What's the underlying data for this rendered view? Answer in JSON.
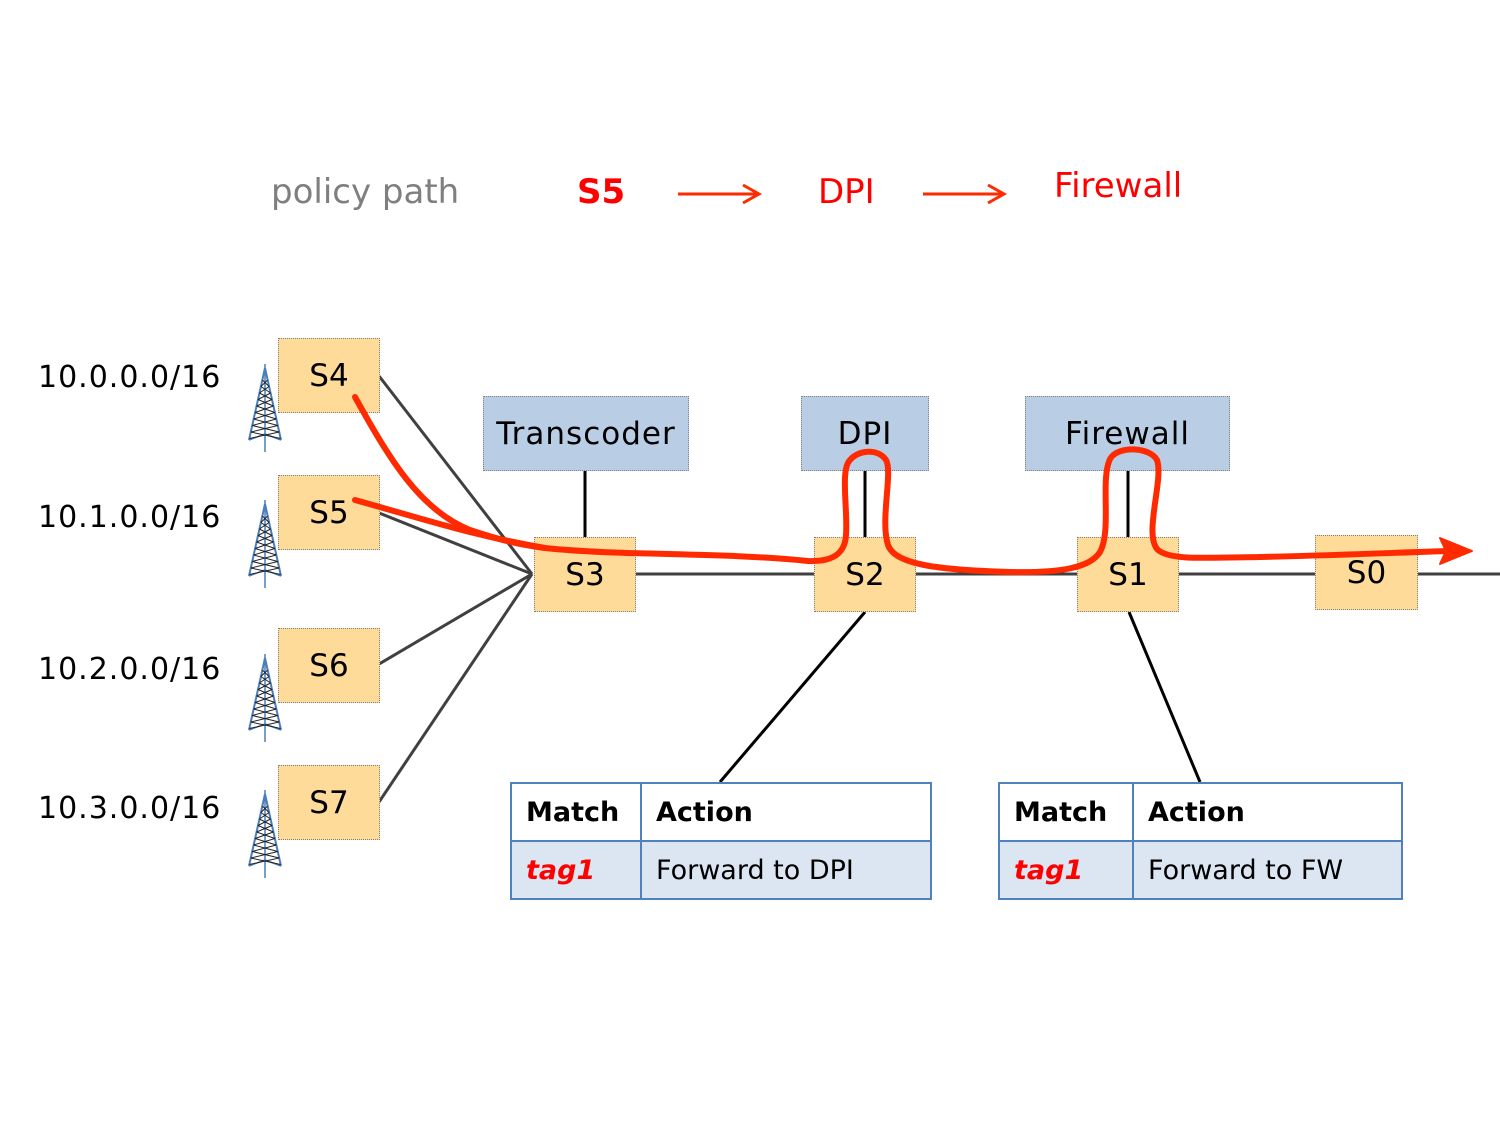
{
  "legend": {
    "label": "policy path",
    "nodes": [
      "S5",
      "DPI",
      "Firewall"
    ],
    "arrow_color": "#ff2a00"
  },
  "subnets": [
    "10.0.0.0/16",
    "10.1.0.0/16",
    "10.2.0.0/16",
    "10.3.0.0/16"
  ],
  "access_switches": [
    "S4",
    "S5",
    "S6",
    "S7"
  ],
  "core_switches": [
    "S3",
    "S2",
    "S1",
    "S0"
  ],
  "middleboxes": [
    "Transcoder",
    "DPI",
    "Firewall"
  ],
  "icons": {
    "tower": "cell-tower-icon"
  },
  "tables": [
    {
      "attached_to": "S2",
      "headers": [
        "Match",
        "Action"
      ],
      "rows": [
        {
          "match": "tag1",
          "action": "Forward to DPI"
        }
      ]
    },
    {
      "attached_to": "S1",
      "headers": [
        "Match",
        "Action"
      ],
      "rows": [
        {
          "match": "tag1",
          "action": "Forward to FW"
        }
      ]
    }
  ],
  "colors": {
    "switch_fill": "#fedb98",
    "middlebox_fill": "#b9cde5",
    "path": "#ff2a00",
    "table_border": "#4f81bd",
    "table_row_fill": "#dce6f2"
  }
}
